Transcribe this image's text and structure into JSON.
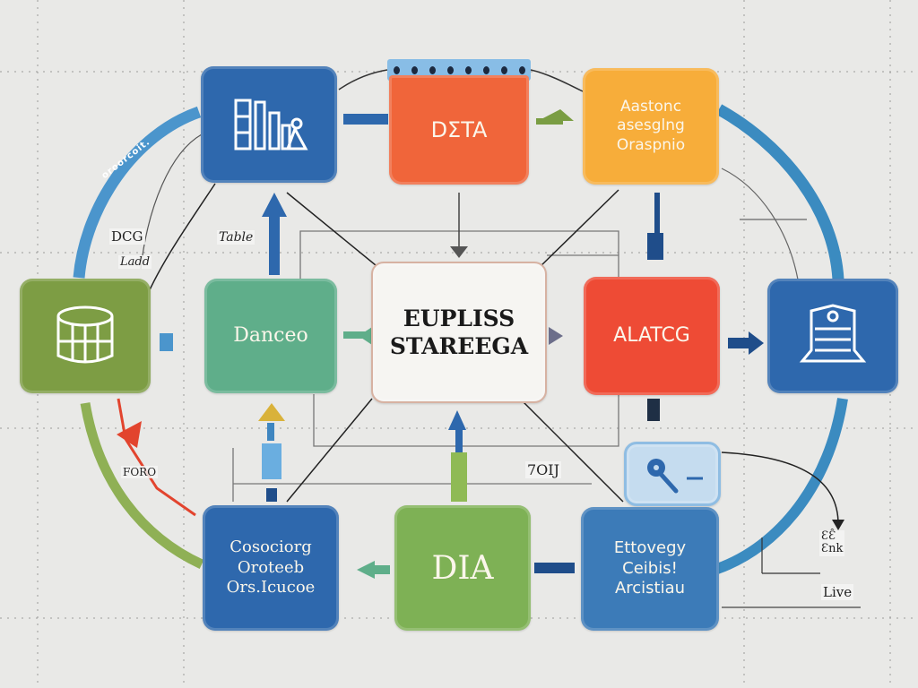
{
  "diagram": {
    "center": {
      "line1": "EUPLISS",
      "line2": "STAREEGA"
    },
    "nodes": {
      "top_left": {
        "icon": "bar-chart-icon",
        "color": "#2e68ad"
      },
      "top_center": {
        "text": "DΣTA",
        "color": "#f0653a"
      },
      "top_right": {
        "text": "Aastonc\nasesglng\nOraspnio",
        "color": "#f7ad3a"
      },
      "mid_far_left": {
        "icon": "database-icon",
        "color": "#7d9d44"
      },
      "mid_left": {
        "text": "Danceo",
        "color": "#5fae8a"
      },
      "mid_right": {
        "text": "ALATCG",
        "color": "#ee4b35"
      },
      "mid_far_right": {
        "icon": "archive-icon",
        "color": "#2e68ad"
      },
      "bottom_left": {
        "text": "Cosociorg\nOroteeb\nOrs.Icucoe",
        "color": "#2e68ad"
      },
      "bottom_center": {
        "text": "DIA",
        "color": "#7eb155"
      },
      "bottom_right": {
        "text": "Ettovegy\nCeibis!\nArcistiau",
        "color": "#3c7bb8"
      },
      "search_card": {
        "icon": "search-icon",
        "color": "#c5dcef"
      }
    },
    "labels": {
      "dcg": "DCG",
      "ladd": "Ladd",
      "table": "Table",
      "foro": "FORO",
      "code": "7OIJ",
      "eee": "ƐƐ̂\nƐnk",
      "live": "Live"
    },
    "arc_text": "oroorcoit."
  }
}
